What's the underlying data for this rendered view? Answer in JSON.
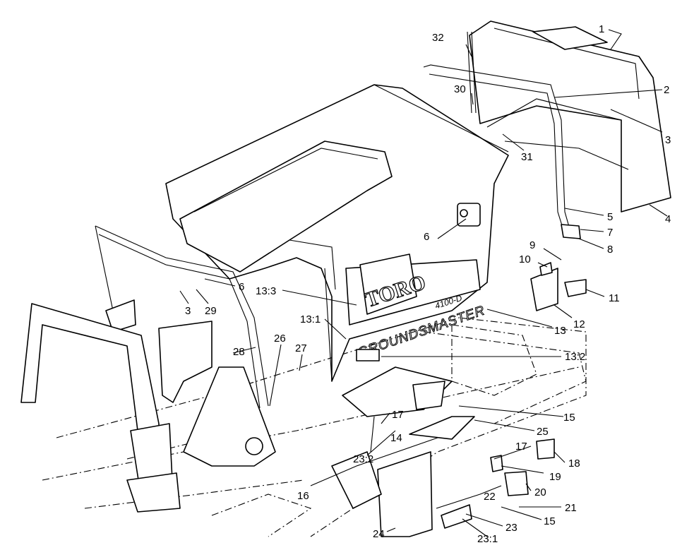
{
  "decal": {
    "brand": "TORO",
    "model": "GROUNDSMASTER",
    "submodel": "4100-D"
  },
  "callouts": [
    {
      "id": "1",
      "label": "1"
    },
    {
      "id": "2",
      "label": "2"
    },
    {
      "id": "3a",
      "label": "3"
    },
    {
      "id": "4",
      "label": "4"
    },
    {
      "id": "5",
      "label": "5"
    },
    {
      "id": "6a",
      "label": "6"
    },
    {
      "id": "7",
      "label": "7"
    },
    {
      "id": "8",
      "label": "8"
    },
    {
      "id": "9",
      "label": "9"
    },
    {
      "id": "10",
      "label": "10"
    },
    {
      "id": "11",
      "label": "11"
    },
    {
      "id": "12",
      "label": "12"
    },
    {
      "id": "13",
      "label": "13"
    },
    {
      "id": "13-3",
      "label": "13:3"
    },
    {
      "id": "13-1",
      "label": "13:1"
    },
    {
      "id": "13-2",
      "label": "13:2"
    },
    {
      "id": "6b",
      "label": "6"
    },
    {
      "id": "3b",
      "label": "3"
    },
    {
      "id": "29",
      "label": "29"
    },
    {
      "id": "28",
      "label": "28"
    },
    {
      "id": "26",
      "label": "26"
    },
    {
      "id": "27",
      "label": "27"
    },
    {
      "id": "30",
      "label": "30"
    },
    {
      "id": "31",
      "label": "31"
    },
    {
      "id": "32",
      "label": "32"
    },
    {
      "id": "15a",
      "label": "15"
    },
    {
      "id": "25",
      "label": "25"
    },
    {
      "id": "17a",
      "label": "17"
    },
    {
      "id": "14",
      "label": "14"
    },
    {
      "id": "23-2",
      "label": "23:2"
    },
    {
      "id": "16",
      "label": "16"
    },
    {
      "id": "17b",
      "label": "17"
    },
    {
      "id": "18",
      "label": "18"
    },
    {
      "id": "19",
      "label": "19"
    },
    {
      "id": "20",
      "label": "20"
    },
    {
      "id": "21",
      "label": "21"
    },
    {
      "id": "15b",
      "label": "15"
    },
    {
      "id": "22",
      "label": "22"
    },
    {
      "id": "23",
      "label": "23"
    },
    {
      "id": "24",
      "label": "24"
    },
    {
      "id": "23-1",
      "label": "23:1"
    }
  ]
}
